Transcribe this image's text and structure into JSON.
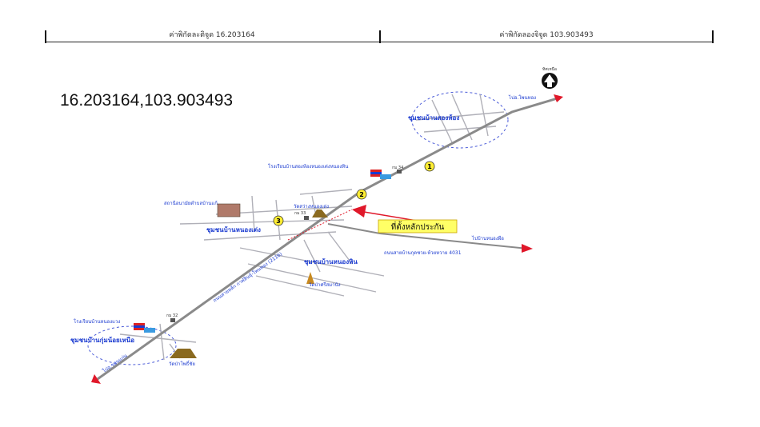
{
  "header": {
    "latitude_label": "ค่าพิกัดละติจูด 16.203164",
    "longitude_label": "ค่าพิกัดลองจิจูด 103.903493"
  },
  "coordinates_text": "16.203164,103.903493",
  "map": {
    "north_label": "ทิศเหนือ",
    "community_north": "ชุมชนบ้านสองห้อง",
    "community_center": "ชุมชนบ้านหนองเต่ง",
    "community_east": "ชุมชนบ้านหนองหิน",
    "community_south": "ชุมชนบ้านกุ่มน้อยเหนือ",
    "school_north": "โรงเรียนบ้านสองห้องหนองเต่งหนองหิน",
    "school_south": "โรงเรียนบ้านหนองแวง",
    "health_center": "สถานีอนามัยตำบลบ้านแก้",
    "temple_center": "วัดสว่างหนองเต่ง",
    "temple_east": "วัดป่าศรีสมานัง",
    "temple_south": "วัดป่าโพธิ์ชัย",
    "km_34": "กม 34",
    "km_33": "กม 33",
    "km_32": "กม 32",
    "marker_1": "1",
    "marker_2": "2",
    "marker_3": "3",
    "to_north": "ไปอ.โพนทอง",
    "to_east": "ไปบ้านหนองผือ",
    "to_south": "ไปอ.ขอนแก่น",
    "road_main": "ถนนสายหลัก กาฬสินธุ์-โพนทอง (2116)",
    "road_side": "ถนนสายบ้านกุดซวย-ห้วยหวาย 4031",
    "landmark_label": "ที่ตั้งหลักประกัน"
  },
  "colors": {
    "road": "#8a8a8a",
    "label_blue": "#1a3ad0",
    "arrow_red": "#e0182a",
    "landmark_bg": "#ffff66",
    "marker_yellow": "#ffee33",
    "community_circle": "#4a5bd8"
  }
}
